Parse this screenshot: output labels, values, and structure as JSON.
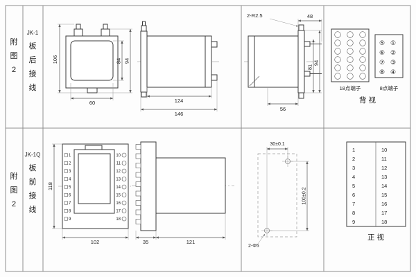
{
  "colors": {
    "line": "#3a3a3a",
    "grid": "#8f8f8f",
    "text": "#222222"
  },
  "labels": {
    "row1": {
      "fig": [
        "附",
        "图",
        "2"
      ],
      "model": "JK-1",
      "wiring": [
        "板",
        "后",
        "接",
        "线"
      ]
    },
    "row2": {
      "fig": [
        "附",
        "图",
        "2"
      ],
      "model": "JK-1Q",
      "wiring": [
        "板",
        "前",
        "接",
        "线"
      ]
    }
  },
  "row1": {
    "rear_view": {
      "dim_height_total": "106",
      "dim_inner_height": "84",
      "dim_body_height": "94",
      "dim_width": "60"
    },
    "side_view": {
      "dim_body_length": "124",
      "dim_total_length": "146"
    },
    "side_view_b": {
      "radius_note": "2-R2.5",
      "dim_rear_depth": "48",
      "dim_h81": "81",
      "dim_h94": "94",
      "dim_w56": "56"
    },
    "back_view": {
      "label_18": "18点端子",
      "label_8": "8点端子",
      "caption": "背 视",
      "pins8": [
        "⑤",
        "①",
        "⑥",
        "②",
        "⑦",
        "③",
        "⑧",
        "④"
      ]
    }
  },
  "row2": {
    "front_view": {
      "dim_height": "118",
      "dim_width": "102"
    },
    "side_view": {
      "dim_depth_front": "35",
      "dim_body_length": "121"
    },
    "drill": {
      "dim_horizontal": "30±0.1",
      "dim_vertical": "100±0.2",
      "holes_note": "2-Φ5"
    },
    "table_caption": "正 视"
  },
  "pins": {
    "left": [
      "1",
      "2",
      "3",
      "4",
      "5",
      "6",
      "7",
      "8",
      "9"
    ],
    "right": [
      "10",
      "11",
      "12",
      "13",
      "14",
      "15",
      "16",
      "17",
      "18"
    ]
  }
}
